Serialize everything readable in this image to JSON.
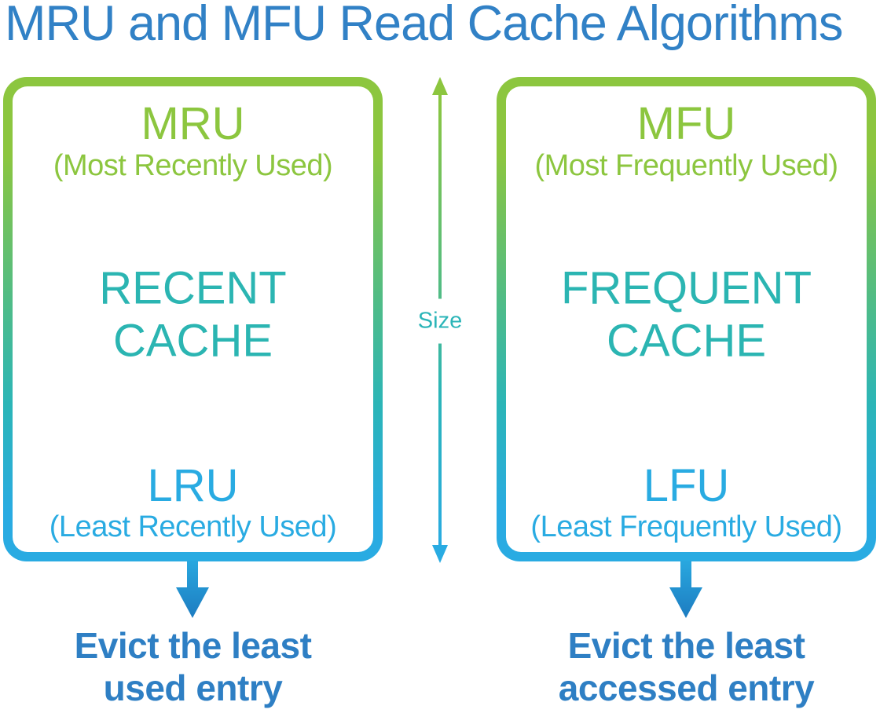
{
  "title": "MRU and MFU Read Cache Algorithms",
  "size_label": "Size",
  "colors": {
    "green": "#8CC63F",
    "teal": "#2BB5B8",
    "light_blue": "#29ABE2",
    "title_blue": "#3181C6",
    "caption_blue": "#2E7FC4"
  },
  "boxes": [
    {
      "top_acronym": "MRU",
      "top_full": "(Most Recently Used)",
      "middle_line1": "RECENT",
      "middle_line2": "CACHE",
      "bottom_acronym": "LRU",
      "bottom_full": "(Least Recently Used)",
      "caption_line1": "Evict the least",
      "caption_line2": "used entry"
    },
    {
      "top_acronym": "MFU",
      "top_full": "(Most Frequently Used)",
      "middle_line1": "FREQUENT",
      "middle_line2": "CACHE",
      "bottom_acronym": "LFU",
      "bottom_full": "(Least Frequently Used)",
      "caption_line1": "Evict the least",
      "caption_line2": "accessed entry"
    }
  ]
}
